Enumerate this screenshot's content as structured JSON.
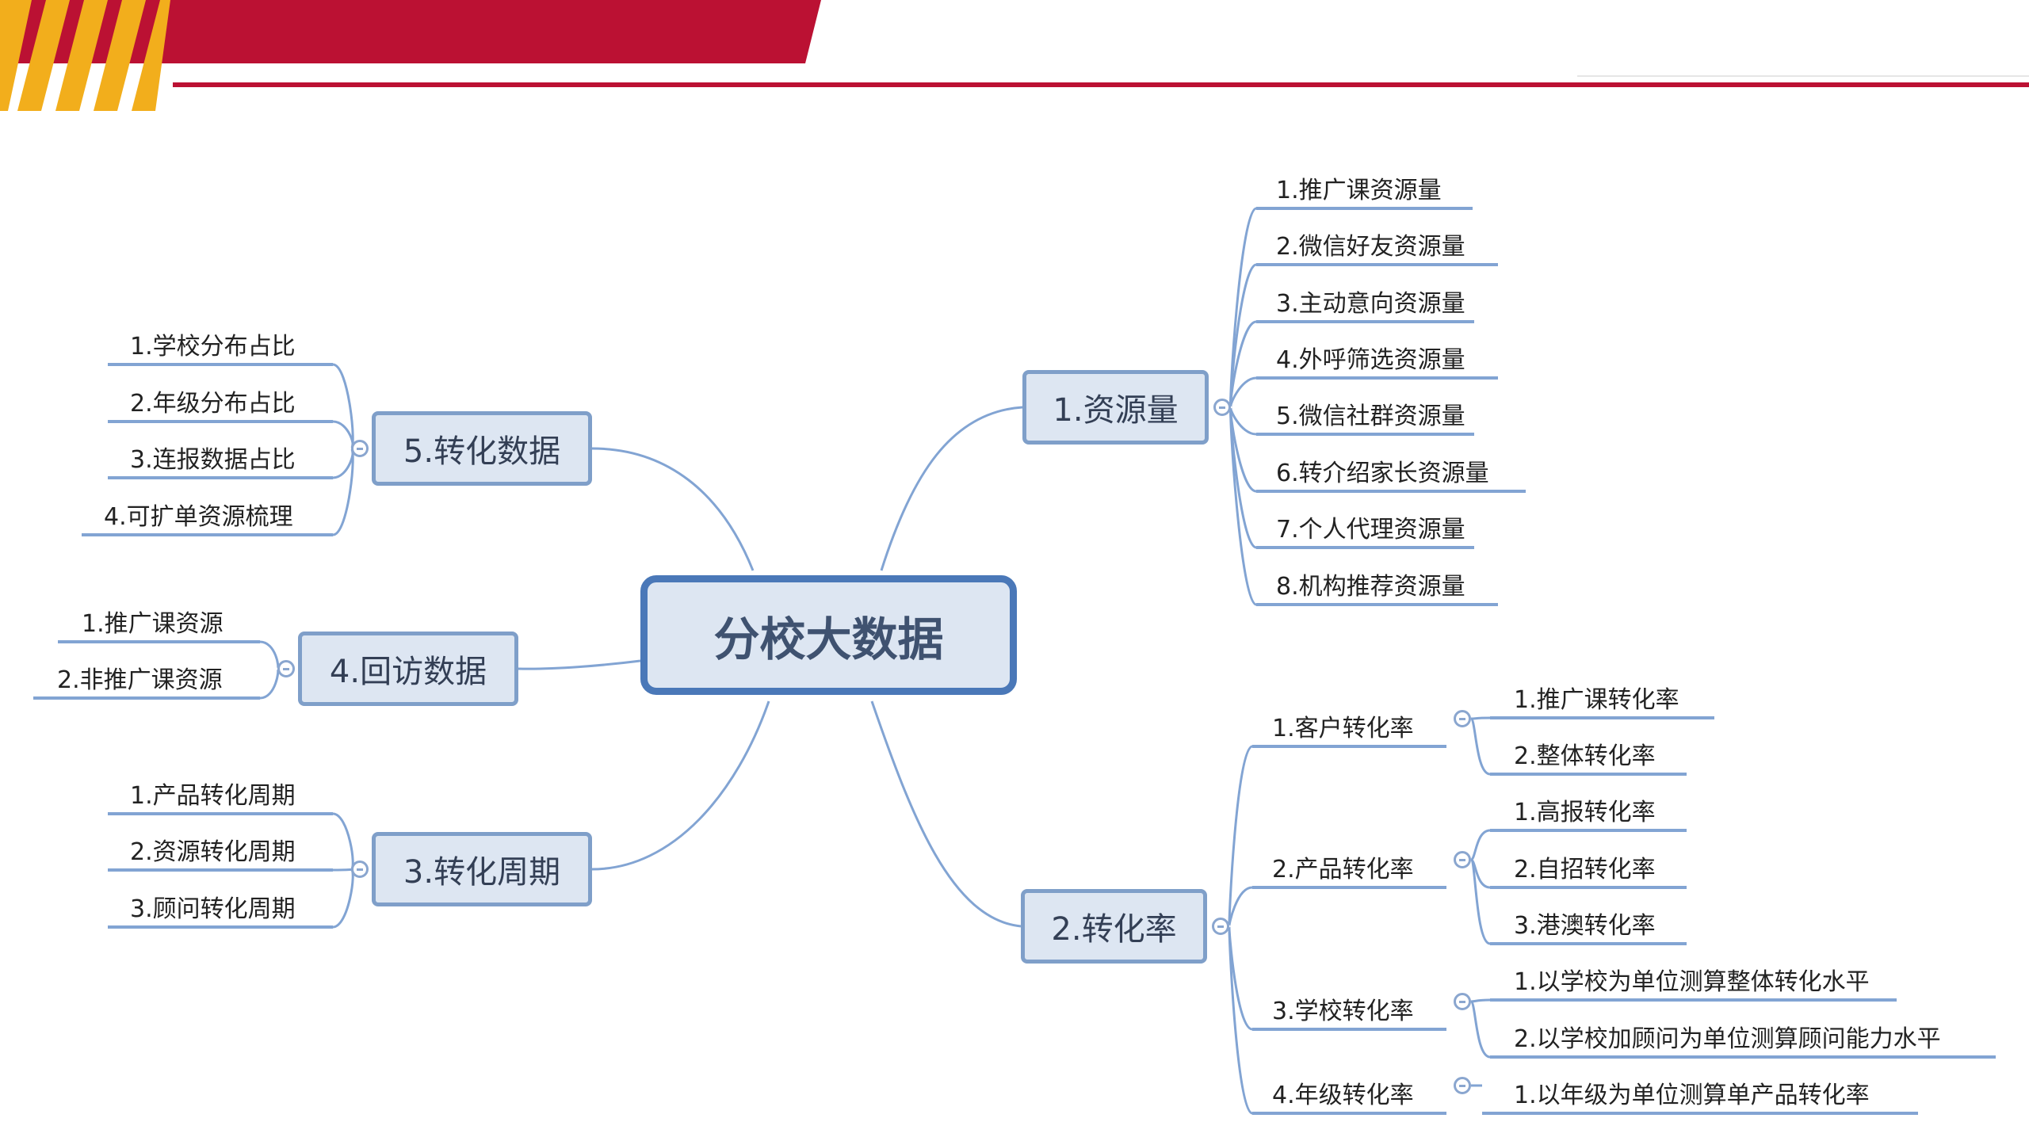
{
  "root": "分校大数据",
  "branches": [
    {
      "id": "b1",
      "label": "1.资源量",
      "leaves": [
        "1.推广课资源量",
        "2.微信好友资源量",
        "3.主动意向资源量",
        "4.外呼筛选资源量",
        "5.微信社群资源量",
        "6.转介绍家长资源量",
        "7.个人代理资源量",
        "8.机构推荐资源量"
      ]
    },
    {
      "id": "b2",
      "label": "2.转化率",
      "subs": [
        {
          "label": "1.客户转化率",
          "leaves": [
            "1.推广课转化率",
            "2.整体转化率"
          ]
        },
        {
          "label": "2.产品转化率",
          "leaves": [
            "1.高报转化率",
            "2.自招转化率",
            "3.港澳转化率"
          ]
        },
        {
          "label": "3.学校转化率",
          "leaves": [
            "1.以学校为单位测算整体转化水平",
            "2.以学校加顾问为单位测算顾问能力水平"
          ]
        },
        {
          "label": "4.年级转化率",
          "leaves": [
            "1.以年级为单位测算单产品转化率"
          ]
        }
      ]
    },
    {
      "id": "b3",
      "label": "3.转化周期",
      "leaves": [
        "1.产品转化周期",
        "2.资源转化周期",
        "3.顾问转化周期"
      ]
    },
    {
      "id": "b4",
      "label": "4.回访数据",
      "leaves": [
        "1.推广课资源",
        "2.非推广课资源"
      ]
    },
    {
      "id": "b5",
      "label": "5.转化数据",
      "leaves": [
        "1.学校分布占比",
        "2.年级分布占比",
        "3.连报数据占比",
        "4.可扩单资源梳理"
      ]
    }
  ],
  "colors": {
    "banner_red": "#bb1133",
    "banner_gold": "#f2ae1c",
    "line": "#82a4d3",
    "node_fill": "#dde6f2",
    "root_border": "#4a78b8"
  }
}
